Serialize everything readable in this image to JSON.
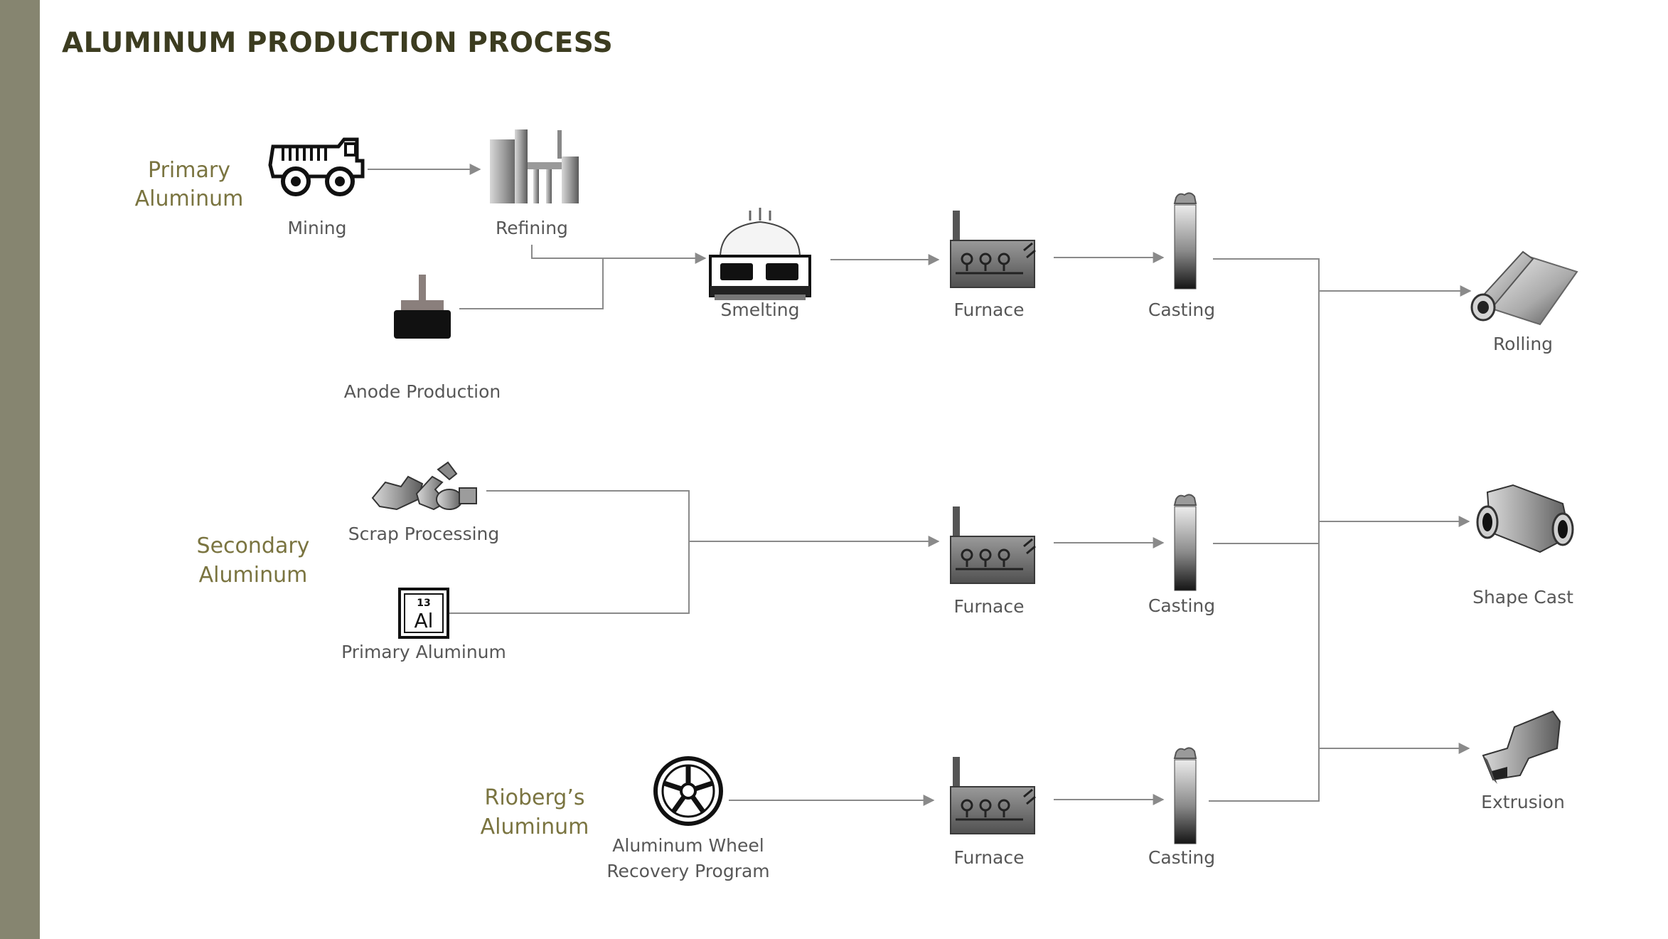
{
  "page": {
    "title": "ALUMINUM PRODUCTION PROCESS",
    "colors": {
      "sidebar": "#868570",
      "title": "#3c3c20",
      "group_label": "#7a7440",
      "node_label": "#575757",
      "connector": "#8a8a8a"
    }
  },
  "groups": {
    "primary": {
      "line1": "Primary",
      "line2": "Aluminum"
    },
    "secondary": {
      "line1": "Secondary",
      "line2": "Aluminum"
    },
    "rioberg": {
      "line1": "Rioberg’s",
      "line2": "Aluminum"
    }
  },
  "nodes": {
    "mining": {
      "label": "Mining",
      "icon": "mining-truck-icon"
    },
    "refining": {
      "label": "Refining",
      "icon": "refinery-icon"
    },
    "anode": {
      "label": "Anode Production",
      "icon": "anode-icon"
    },
    "smelting": {
      "label": "Smelting",
      "icon": "smelting-pot-icon"
    },
    "furnace_1": {
      "label": "Furnace",
      "icon": "furnace-icon"
    },
    "casting_1": {
      "label": "Casting",
      "icon": "casting-ingot-icon"
    },
    "scrap": {
      "label": "Scrap Processing",
      "icon": "scrap-metal-icon"
    },
    "primary_al": {
      "label": "Primary Aluminum",
      "icon": "aluminum-element-icon",
      "symbol_number": "13",
      "symbol": "Al"
    },
    "furnace_2": {
      "label": "Furnace",
      "icon": "furnace-icon"
    },
    "casting_2": {
      "label": "Casting",
      "icon": "casting-ingot-icon"
    },
    "wheel": {
      "line1": "Aluminum Wheel",
      "line2": "Recovery Program",
      "icon": "wheel-icon"
    },
    "furnace_3": {
      "label": "Furnace",
      "icon": "furnace-icon"
    },
    "casting_3": {
      "label": "Casting",
      "icon": "casting-ingot-icon"
    },
    "rolling": {
      "label": "Rolling",
      "icon": "rolled-sheet-icon"
    },
    "shape_cast": {
      "label": "Shape Cast",
      "icon": "shape-cast-part-icon"
    },
    "extrusion": {
      "label": "Extrusion",
      "icon": "extrusion-profile-icon"
    }
  }
}
